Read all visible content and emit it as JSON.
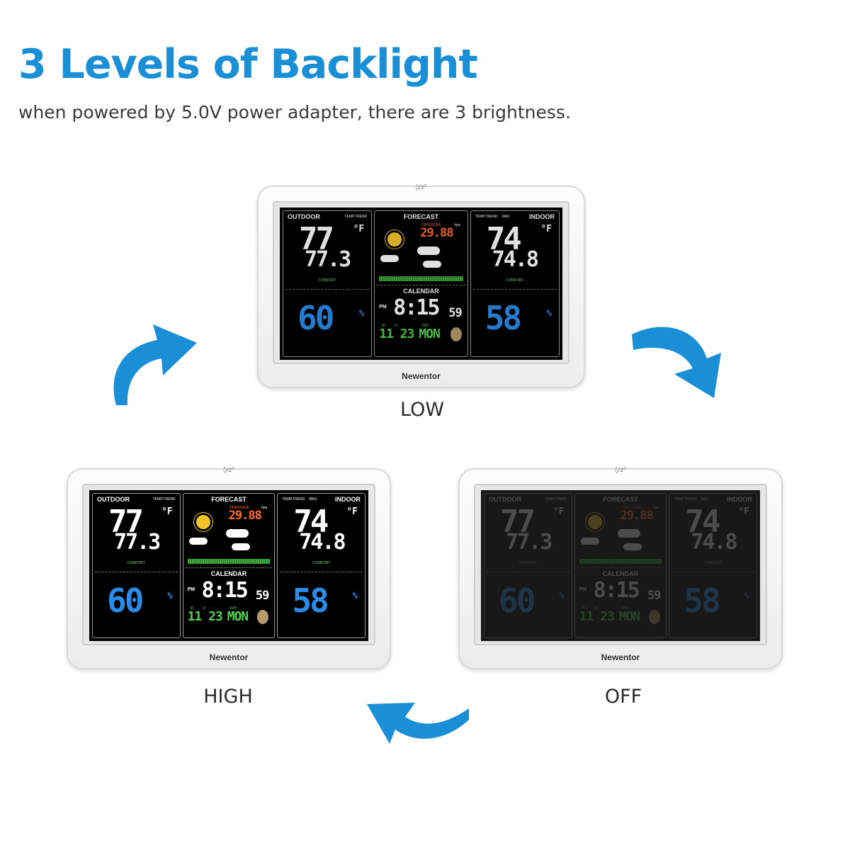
{
  "header": {
    "title": "3 Levels of Backlight",
    "subtitle": "when powered by 5.0V power adapter, there are 3 brightness."
  },
  "levels": {
    "low": "LOW",
    "high": "HIGH",
    "off": "OFF"
  },
  "device": {
    "brand": "Newentor",
    "sensor_icon": "◊/z²",
    "outdoor_label": "OUTDOOR",
    "temp_trend_label": "TEMP.TREND",
    "outdoor_temp": "77",
    "outdoor_temp_unit": "°F",
    "outdoor_temp_max": "77.3",
    "comfort_label": "COMFORT",
    "outdoor_humidity": "60",
    "humidity_unit": "%",
    "forecast_label": "FORECAST",
    "pressure_label": "PRESSURE",
    "pressure_unit": "hpa",
    "pressure_value": "29.88",
    "calendar_label": "CALENDAR",
    "pm_label": "PM",
    "time_main": "8:15",
    "time_seconds": "59",
    "date_m_label": "M",
    "date_d_label": "D",
    "date_day_label": "DAY",
    "date_value": "11 23",
    "day_value": "MON",
    "max_label": "MAX",
    "indoor_label": "INDOOR",
    "indoor_temp": "74",
    "indoor_temp_unit": "°F",
    "indoor_temp_max": "74.8",
    "indoor_humidity": "58"
  },
  "colors": {
    "accent": "#1a8fd6",
    "arrow": "#1a8fd6"
  }
}
